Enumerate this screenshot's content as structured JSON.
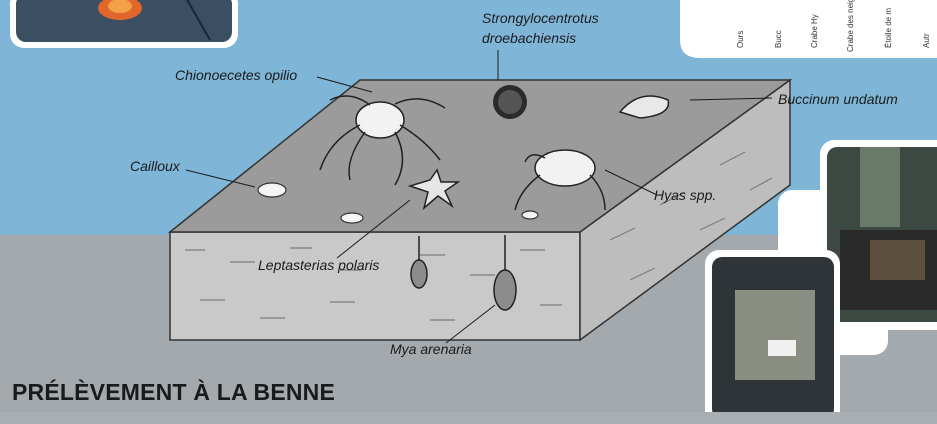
{
  "species_labels": {
    "strongylocentrotus_line1": "Strongylocentrotus",
    "strongylocentrotus_line2": "droebachiensis",
    "chionoecetes": "Chionoecetes opilio",
    "buccinum": "Buccinum undatum",
    "cailloux": "Cailloux",
    "hyas": "Hyas spp.",
    "leptasterias": "Leptasterias polaris",
    "mya": "Mya arenaria"
  },
  "chart_axis_labels": [
    "Ours",
    "Bucc",
    "Crabe Hy",
    "Crabe des neig",
    "Étoile de m",
    "Autr"
  ],
  "heading": "PRÉLÈVEMENT À LA BENNE",
  "colors": {
    "sky": "#7fb6d8",
    "sediment_top": "#9a9a9a",
    "sediment_side": "#c8c8c8",
    "frame": "#ffffff"
  }
}
